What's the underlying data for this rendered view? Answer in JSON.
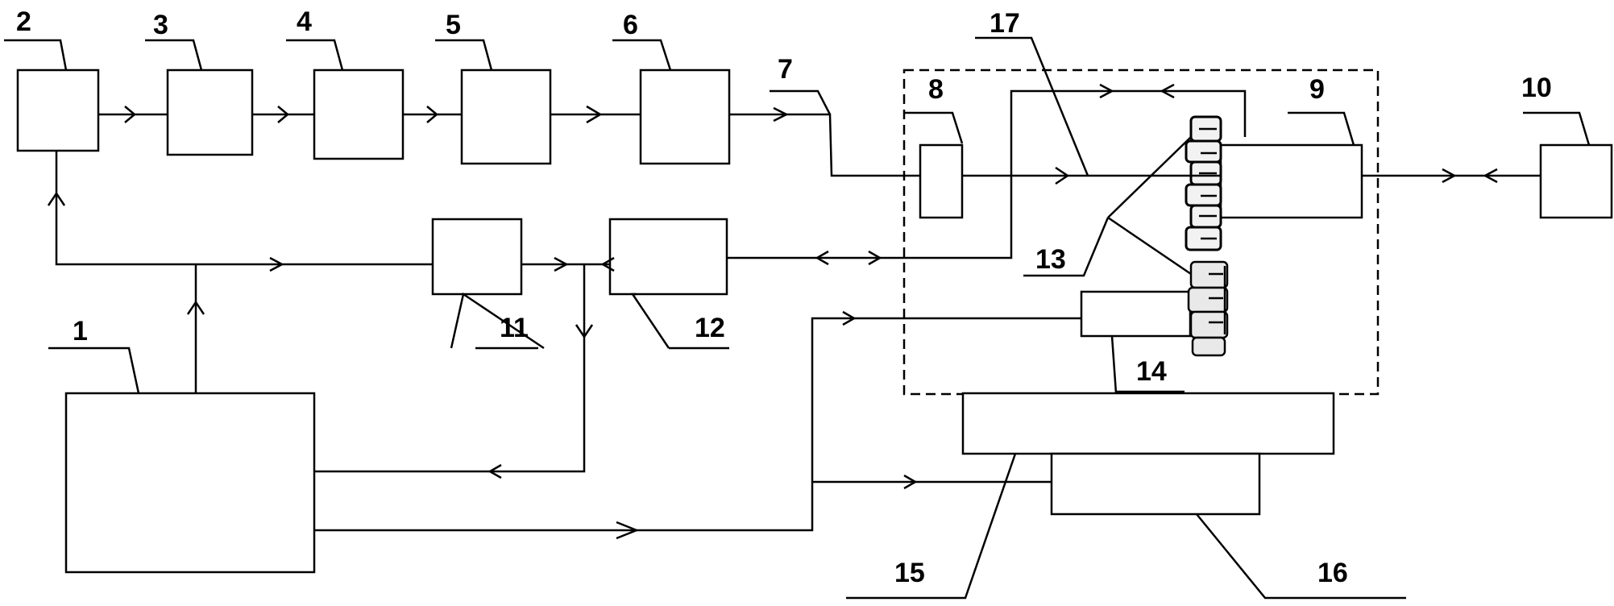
{
  "labels": {
    "l1": "1",
    "l2": "2",
    "l3": "3",
    "l4": "4",
    "l5": "5",
    "l6": "6",
    "l7": "7",
    "l8": "8",
    "l9": "9",
    "l10": "10",
    "l11": "11",
    "l12": "12",
    "l13": "13",
    "l14": "14",
    "l15": "15",
    "l16": "16",
    "l17": "17"
  },
  "colors": {
    "line": "#000000",
    "background": "#ffffff"
  }
}
